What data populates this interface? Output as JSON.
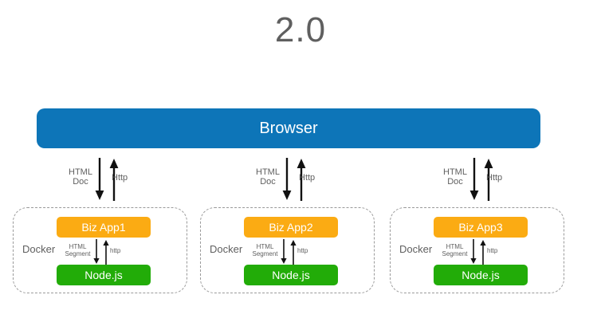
{
  "title": "2.0",
  "browser": {
    "label": "Browser"
  },
  "links": [
    {
      "down_label_line1": "HTML",
      "down_label_line2": "Doc",
      "up_label": "Http"
    },
    {
      "down_label_line1": "HTML",
      "down_label_line2": "Doc",
      "up_label": "Http"
    },
    {
      "down_label_line1": "HTML",
      "down_label_line2": "Doc",
      "up_label": "Http"
    }
  ],
  "containers": [
    {
      "docker_label": "Docker",
      "app_label": "Biz App1",
      "node_label": "Node.js",
      "inner_down_line1": "HTML",
      "inner_down_line2": "Segment",
      "inner_up_label": "http"
    },
    {
      "docker_label": "Docker",
      "app_label": "Biz App2",
      "node_label": "Node.js",
      "inner_down_line1": "HTML",
      "inner_down_line2": "Segment",
      "inner_up_label": "http"
    },
    {
      "docker_label": "Docker",
      "app_label": "Biz App3",
      "node_label": "Node.js",
      "inner_down_line1": "HTML",
      "inner_down_line2": "Segment",
      "inner_up_label": "http"
    }
  ],
  "colors": {
    "browser_blue": "#0d75b8",
    "app_orange": "#fbab13",
    "node_green": "#22ac08",
    "text_gray": "#5f5f5f",
    "dashed_border": "#9a9a9a",
    "background": "#ffffff"
  }
}
